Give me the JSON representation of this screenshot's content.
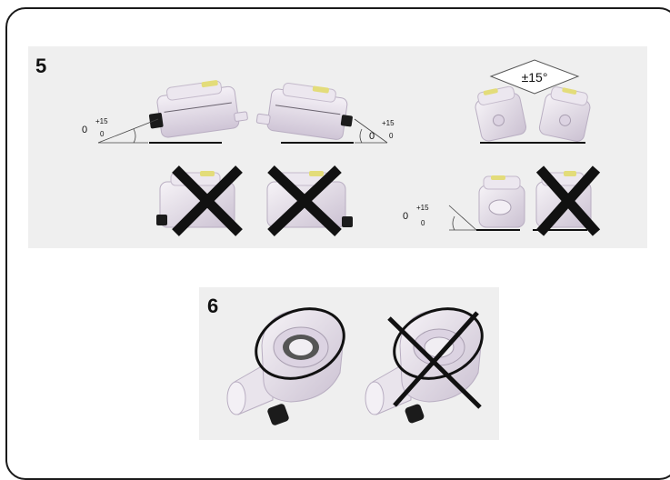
{
  "steps": [
    {
      "number": "5",
      "angle_badge": "±15°",
      "tilt_labels": [
        {
          "zero": "0",
          "plus": "+15",
          "base": "0"
        },
        {
          "zero": "0",
          "plus": "+15",
          "base": "0"
        },
        {
          "zero": "0",
          "plus": "+15",
          "base": "0"
        }
      ]
    },
    {
      "number": "6"
    }
  ],
  "colors": {
    "panel": "#efefef",
    "cross": "#111111",
    "housing": "#e4dbe8",
    "cap": "#e3dc7a"
  }
}
